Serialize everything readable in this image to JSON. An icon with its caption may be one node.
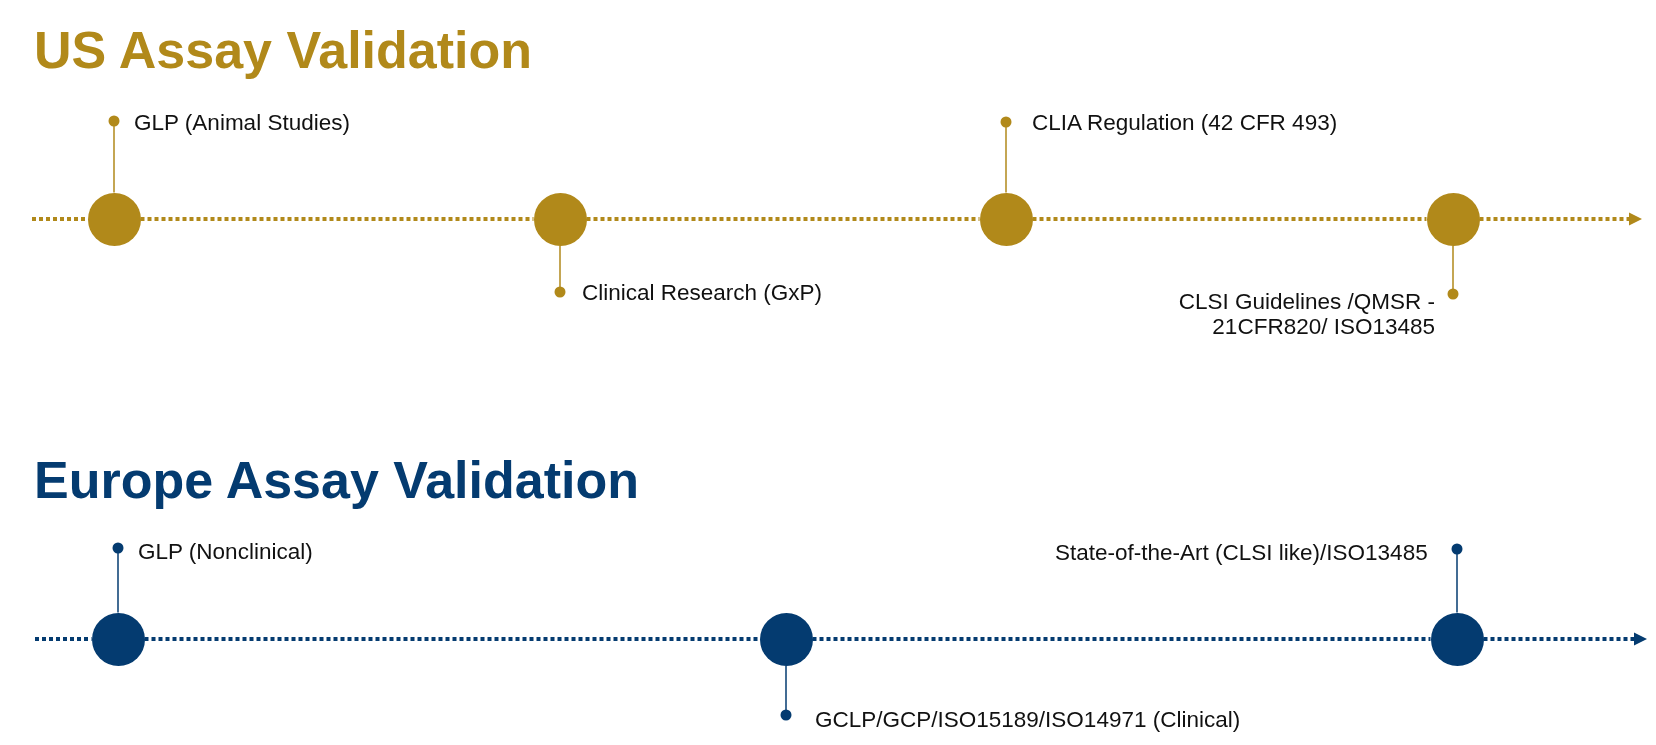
{
  "diagram": {
    "nodes": [
      {
        "text": [
          "GLP (Animal Studies)"
        ]
      },
      {
        "text": [
          "CLIA Regulation (42 CFR 493)"
        ]
      },
      {
        "text": [],
        "shape": "circle"
      },
      {
        "text": [],
        "shape": "circle"
      },
      {
        "text": [],
        "shape": "circle"
      },
      {
        "text": [],
        "shape": "circle"
      },
      {
        "text": [
          "Clinical Research (GxP)"
        ]
      },
      {
        "text": [
          "CLSI Guidelines /QMSR - 21CFR820/ ISO13485"
        ]
      },
      {
        "text": [
          "GLP (Nonclinical)"
        ]
      },
      {
        "text": [
          "State-of-the-Art (CLSI like)/ISO13485"
        ]
      },
      {
        "text": [],
        "shape": "circle"
      },
      {
        "text": [],
        "shape": "circle"
      },
      {
        "text": [],
        "shape": "circle"
      },
      {
        "text": [
          "GCLP/GCP/ISO15189/ISO14971 (Clinical)"
        ]
      }
    ],
    "edges": [
      {
        "from": null,
        "to": 2,
        "arrow": "none",
        "style": "dashed"
      },
      {
        "from": 2,
        "to": 3,
        "arrow": "none",
        "style": "dashed"
      },
      {
        "from": 3,
        "to": 4,
        "arrow": "none",
        "style": "dashed"
      },
      {
        "from": 4,
        "to": 5,
        "arrow": "none",
        "style": "dashed"
      },
      {
        "from": 5,
        "to": null,
        "arrow": "to",
        "style": "dashed"
      },
      {
        "from": 0,
        "to": 2,
        "arrow": "other"
      },
      {
        "from": 6,
        "to": 3,
        "arrow": "other"
      },
      {
        "from": 1,
        "to": 4,
        "arrow": "other"
      },
      {
        "from": 7,
        "to": 5,
        "arrow": "other"
      },
      {
        "from": null,
        "to": 10,
        "arrow": "none",
        "style": "dashed",
        "color": "#043b70"
      },
      {
        "from": 10,
        "to": 11,
        "arrow": "none",
        "style": "dashed",
        "color": "#043b70"
      },
      {
        "from": 11,
        "to": 12,
        "arrow": "none",
        "style": "dashed",
        "color": "#043b70"
      },
      {
        "from": 12,
        "to": null,
        "arrow": "to",
        "style": "dashed",
        "color": "#043b70"
      },
      {
        "from": 8,
        "to": 10,
        "arrow": "other",
        "color": "#043b70"
      },
      {
        "from": 13,
        "to": 11,
        "arrow": "other",
        "color": "#043b70"
      },
      {
        "from": 9,
        "to": 12,
        "arrow": "other",
        "color": "#043b70"
      }
    ],
    "labels": [
      "US Assay Validation",
      "Europe Assay Validation"
    ]
  }
}
